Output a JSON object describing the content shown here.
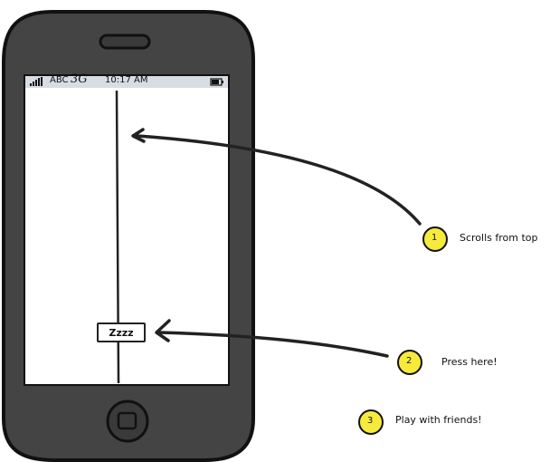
{
  "status_bar": {
    "carrier": "ABC",
    "network": "3G",
    "time": "10:17 AM"
  },
  "button": {
    "label": "Zzzz"
  },
  "annotations": [
    {
      "number": "1",
      "text": "Scrolls from top"
    },
    {
      "number": "2",
      "text": "Press here!"
    },
    {
      "number": "3",
      "text": "Play with friends!"
    }
  ],
  "colors": {
    "phone_body": "#444444",
    "status_bar": "#d8dde3",
    "badge_fill": "#f6ea3c"
  }
}
